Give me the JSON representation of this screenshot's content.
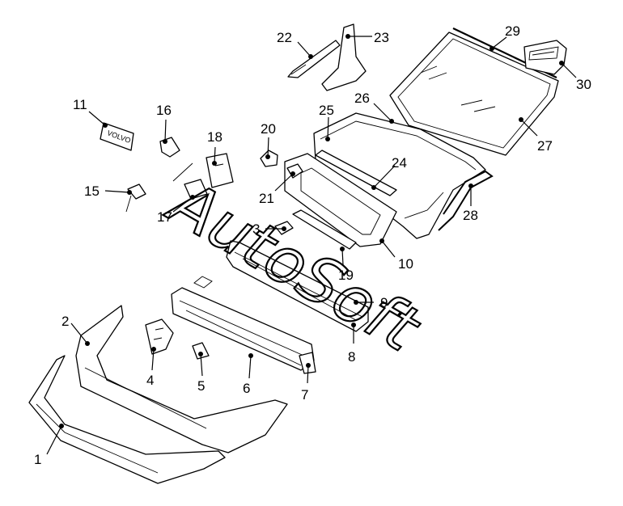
{
  "watermark": {
    "text": "AutoSoft"
  },
  "emblem_text": "VOLVO",
  "callouts": [
    {
      "id": "p1",
      "label": "1"
    },
    {
      "id": "p2",
      "label": "2"
    },
    {
      "id": "p3",
      "label": "3"
    },
    {
      "id": "p4",
      "label": "4"
    },
    {
      "id": "p5",
      "label": "5"
    },
    {
      "id": "p6",
      "label": "6"
    },
    {
      "id": "p7",
      "label": "7"
    },
    {
      "id": "p8",
      "label": "8"
    },
    {
      "id": "p9",
      "label": "9"
    },
    {
      "id": "p10",
      "label": "10"
    },
    {
      "id": "p11",
      "label": "11"
    },
    {
      "id": "p15",
      "label": "15"
    },
    {
      "id": "p16",
      "label": "16"
    },
    {
      "id": "p17",
      "label": "17"
    },
    {
      "id": "p18",
      "label": "18"
    },
    {
      "id": "p19",
      "label": "19"
    },
    {
      "id": "p20",
      "label": "20"
    },
    {
      "id": "p21",
      "label": "21"
    },
    {
      "id": "p22",
      "label": "22"
    },
    {
      "id": "p23",
      "label": "23"
    },
    {
      "id": "p24",
      "label": "24"
    },
    {
      "id": "p25",
      "label": "25"
    },
    {
      "id": "p26",
      "label": "26"
    },
    {
      "id": "p27",
      "label": "27"
    },
    {
      "id": "p28",
      "label": "28"
    },
    {
      "id": "p29",
      "label": "29"
    },
    {
      "id": "p30",
      "label": "30"
    }
  ]
}
